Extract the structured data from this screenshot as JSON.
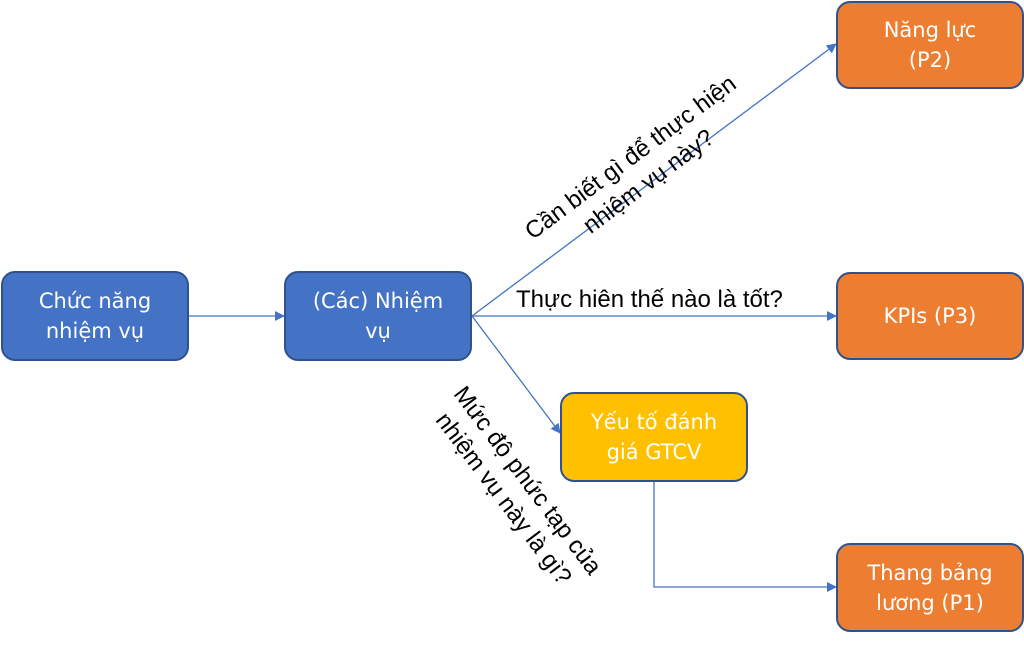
{
  "nodes": {
    "functions": "Chức năng\nnhiệm vụ",
    "tasks": "(Các) Nhiệm\nvụ",
    "competency": "Năng lực\n(P2)",
    "kpis": "KPIs (P3)",
    "evaluation_factors": "Yếu tố đánh\ngiá GTCV",
    "salary_scale": "Thang bảng\nlương (P1)"
  },
  "edge_labels": {
    "to_competency": "Cần biết gì để thực hiện\nnhiệm vụ này?",
    "to_kpis": "Thực hiên thế nào là tốt?",
    "to_evaluation": "Mức độ phức tạp của\nnhiệm vụ này là gì?"
  },
  "colors": {
    "blue": "#4472C4",
    "orange": "#ED7D31",
    "gold": "#FFC000",
    "border": "#2F528F",
    "connector": "#4472C4"
  }
}
